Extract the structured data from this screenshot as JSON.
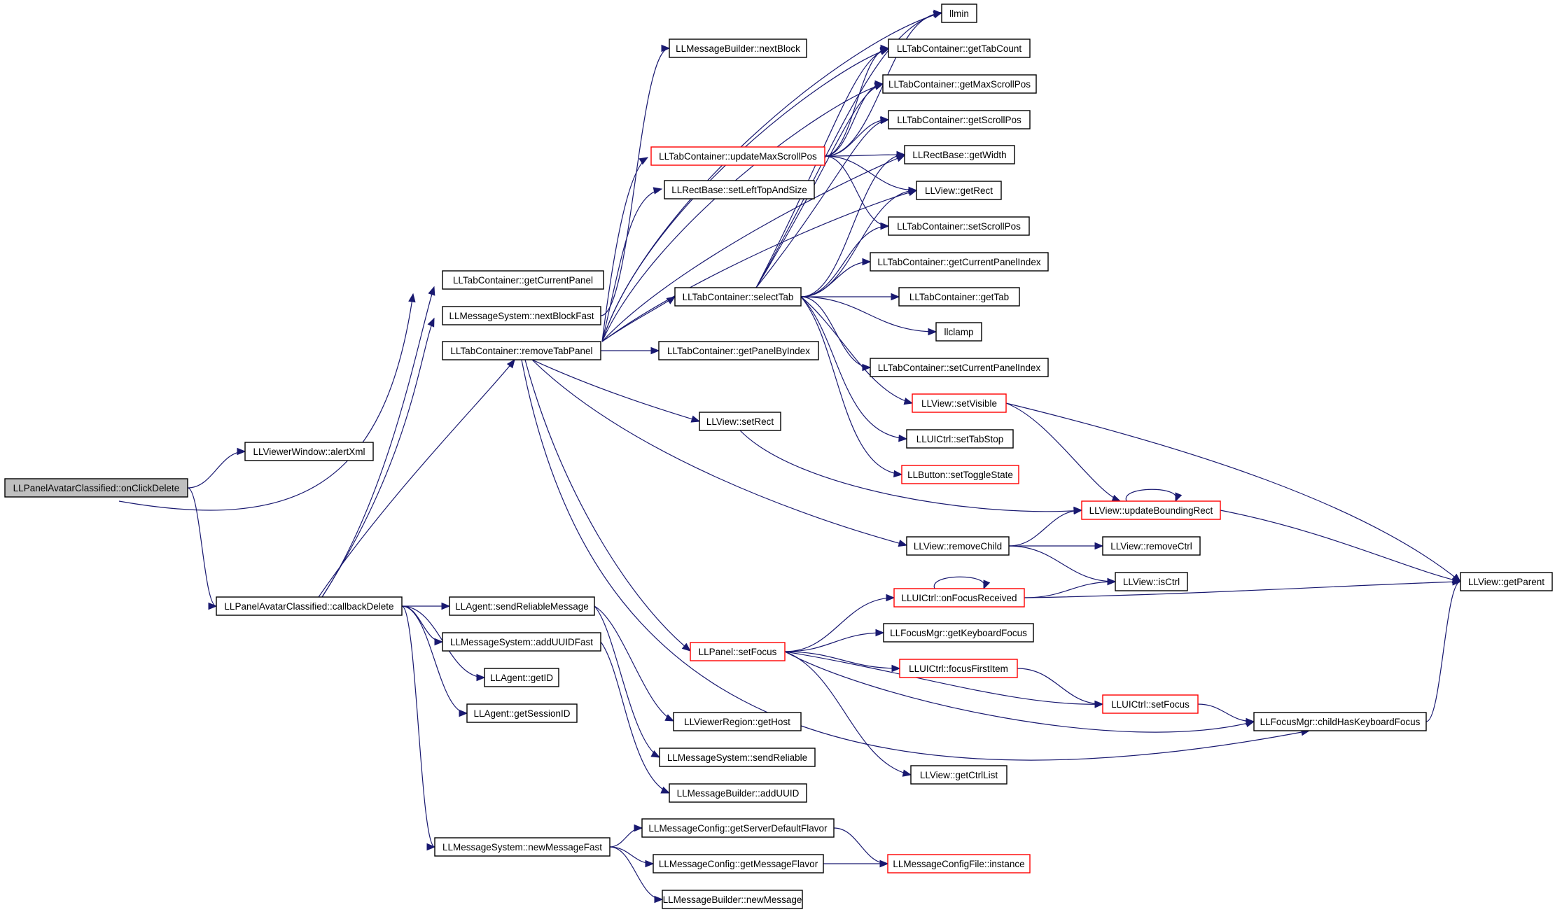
{
  "colors": {
    "edge": "#191970",
    "truncated_border": "#ff0000",
    "root_fill": "#bfbfbf",
    "node_border": "#000000"
  },
  "nodes": {
    "root": {
      "label": "LLPanelAvatarClassified::onClickDelete",
      "kind": "root"
    },
    "alertXml": {
      "label": "LLViewerWindow::alertXml"
    },
    "callbackDelete": {
      "label": "LLPanelAvatarClassified::callbackDelete"
    },
    "getCurrentPanel": {
      "label": "LLTabContainer::getCurrentPanel"
    },
    "nextBlockFast": {
      "label": "LLMessageSystem::nextBlockFast"
    },
    "removeTabPanel": {
      "label": "LLTabContainer::removeTabPanel"
    },
    "sendReliableMessage": {
      "label": "LLAgent::sendReliableMessage"
    },
    "addUUIDFast": {
      "label": "LLMessageSystem::addUUIDFast"
    },
    "getID": {
      "label": "LLAgent::getID"
    },
    "getSessionID": {
      "label": "LLAgent::getSessionID"
    },
    "newMessageFast": {
      "label": "LLMessageSystem::newMessageFast"
    },
    "nextBlock": {
      "label": "LLMessageBuilder::nextBlock"
    },
    "updateMaxScrollPos": {
      "label": "LLTabContainer::updateMaxScrollPos",
      "kind": "truncated"
    },
    "setLeftTopAndSize": {
      "label": "LLRectBase::setLeftTopAndSize"
    },
    "selectTab": {
      "label": "LLTabContainer::selectTab"
    },
    "getPanelByIndex": {
      "label": "LLTabContainer::getPanelByIndex"
    },
    "setRect": {
      "label": "LLView::setRect"
    },
    "setFocus": {
      "label": "LLPanel::setFocus",
      "kind": "truncated"
    },
    "getHost": {
      "label": "LLViewerRegion::getHost"
    },
    "sendReliable": {
      "label": "LLMessageSystem::sendReliable"
    },
    "addUUID": {
      "label": "LLMessageBuilder::addUUID"
    },
    "getServerDefaultFlavor": {
      "label": "LLMessageConfig::getServerDefaultFlavor"
    },
    "getMessageFlavor": {
      "label": "LLMessageConfig::getMessageFlavor"
    },
    "newMessage": {
      "label": "LLMessageBuilder::newMessage"
    },
    "llmin": {
      "label": "llmin"
    },
    "getTabCount": {
      "label": "LLTabContainer::getTabCount"
    },
    "getMaxScrollPos": {
      "label": "LLTabContainer::getMaxScrollPos"
    },
    "getScrollPos": {
      "label": "LLTabContainer::getScrollPos"
    },
    "getWidth": {
      "label": "LLRectBase::getWidth"
    },
    "getRect": {
      "label": "LLView::getRect"
    },
    "setScrollPos": {
      "label": "LLTabContainer::setScrollPos"
    },
    "getCurrentPanelIndex": {
      "label": "LLTabContainer::getCurrentPanelIndex"
    },
    "getTab": {
      "label": "LLTabContainer::getTab"
    },
    "llclamp": {
      "label": "llclamp"
    },
    "setCurrentPanelIndex": {
      "label": "LLTabContainer::setCurrentPanelIndex"
    },
    "setVisible": {
      "label": "LLView::setVisible",
      "kind": "truncated"
    },
    "setTabStop": {
      "label": "LLUICtrl::setTabStop"
    },
    "setToggleState": {
      "label": "LLButton::setToggleState",
      "kind": "truncated"
    },
    "updateBoundingRect": {
      "label": "LLView::updateBoundingRect",
      "kind": "truncated"
    },
    "removeChild": {
      "label": "LLView::removeChild"
    },
    "removeCtrl": {
      "label": "LLView::removeCtrl"
    },
    "isCtrl": {
      "label": "LLView::isCtrl"
    },
    "onFocusReceived": {
      "label": "LLUICtrl::onFocusReceived",
      "kind": "truncated"
    },
    "getKeyboardFocus": {
      "label": "LLFocusMgr::getKeyboardFocus"
    },
    "focusFirstItem": {
      "label": "LLUICtrl::focusFirstItem",
      "kind": "truncated"
    },
    "uiSetFocus": {
      "label": "LLUICtrl::setFocus",
      "kind": "truncated"
    },
    "childHasKeyboardFocus": {
      "label": "LLFocusMgr::childHasKeyboardFocus"
    },
    "getCtrlList": {
      "label": "LLView::getCtrlList"
    },
    "instance": {
      "label": "LLMessageConfigFile::instance",
      "kind": "truncated"
    },
    "getParent": {
      "label": "LLView::getParent"
    }
  },
  "edges": [
    [
      "root",
      "alertXml"
    ],
    [
      "root",
      "callbackDelete"
    ],
    [
      "root",
      "getCurrentPanel"
    ],
    [
      "callbackDelete",
      "getCurrentPanel"
    ],
    [
      "callbackDelete",
      "nextBlockFast"
    ],
    [
      "callbackDelete",
      "removeTabPanel"
    ],
    [
      "callbackDelete",
      "sendReliableMessage"
    ],
    [
      "callbackDelete",
      "addUUIDFast"
    ],
    [
      "callbackDelete",
      "getID"
    ],
    [
      "callbackDelete",
      "getSessionID"
    ],
    [
      "callbackDelete",
      "newMessageFast"
    ],
    [
      "nextBlockFast",
      "nextBlock"
    ],
    [
      "removeTabPanel",
      "updateMaxScrollPos"
    ],
    [
      "removeTabPanel",
      "setLeftTopAndSize"
    ],
    [
      "removeTabPanel",
      "selectTab"
    ],
    [
      "removeTabPanel",
      "getPanelByIndex"
    ],
    [
      "removeTabPanel",
      "setRect"
    ],
    [
      "removeTabPanel",
      "removeChild"
    ],
    [
      "removeTabPanel",
      "setFocus"
    ],
    [
      "removeTabPanel",
      "childHasKeyboardFocus"
    ],
    [
      "removeTabPanel",
      "llmin"
    ],
    [
      "removeTabPanel",
      "getTabCount"
    ],
    [
      "removeTabPanel",
      "getMaxScrollPos"
    ],
    [
      "removeTabPanel",
      "getWidth"
    ],
    [
      "removeTabPanel",
      "getRect"
    ],
    [
      "sendReliableMessage",
      "getHost"
    ],
    [
      "sendReliableMessage",
      "sendReliable"
    ],
    [
      "addUUIDFast",
      "addUUID"
    ],
    [
      "newMessageFast",
      "getServerDefaultFlavor"
    ],
    [
      "newMessageFast",
      "getMessageFlavor"
    ],
    [
      "newMessageFast",
      "newMessage"
    ],
    [
      "getServerDefaultFlavor",
      "instance"
    ],
    [
      "getMessageFlavor",
      "instance"
    ],
    [
      "updateMaxScrollPos",
      "llmin"
    ],
    [
      "updateMaxScrollPos",
      "getTabCount"
    ],
    [
      "updateMaxScrollPos",
      "getMaxScrollPos"
    ],
    [
      "updateMaxScrollPos",
      "getScrollPos"
    ],
    [
      "updateMaxScrollPos",
      "getWidth"
    ],
    [
      "updateMaxScrollPos",
      "getRect"
    ],
    [
      "updateMaxScrollPos",
      "setScrollPos"
    ],
    [
      "selectTab",
      "llmin"
    ],
    [
      "selectTab",
      "getTabCount"
    ],
    [
      "selectTab",
      "getMaxScrollPos"
    ],
    [
      "selectTab",
      "getScrollPos"
    ],
    [
      "selectTab",
      "getWidth"
    ],
    [
      "selectTab",
      "getRect"
    ],
    [
      "selectTab",
      "setScrollPos"
    ],
    [
      "selectTab",
      "getCurrentPanelIndex"
    ],
    [
      "selectTab",
      "getTab"
    ],
    [
      "selectTab",
      "llclamp"
    ],
    [
      "selectTab",
      "setCurrentPanelIndex"
    ],
    [
      "selectTab",
      "setVisible"
    ],
    [
      "selectTab",
      "setTabStop"
    ],
    [
      "selectTab",
      "setToggleState"
    ],
    [
      "setRect",
      "updateBoundingRect"
    ],
    [
      "setVisible",
      "updateBoundingRect"
    ],
    [
      "setVisible",
      "getParent"
    ],
    [
      "updateBoundingRect",
      "updateBoundingRect"
    ],
    [
      "updateBoundingRect",
      "getParent"
    ],
    [
      "removeChild",
      "updateBoundingRect"
    ],
    [
      "removeChild",
      "removeCtrl"
    ],
    [
      "removeChild",
      "isCtrl"
    ],
    [
      "setFocus",
      "onFocusReceived"
    ],
    [
      "setFocus",
      "getKeyboardFocus"
    ],
    [
      "setFocus",
      "focusFirstItem"
    ],
    [
      "setFocus",
      "uiSetFocus"
    ],
    [
      "setFocus",
      "childHasKeyboardFocus"
    ],
    [
      "setFocus",
      "getCtrlList"
    ],
    [
      "onFocusReceived",
      "onFocusReceived"
    ],
    [
      "onFocusReceived",
      "isCtrl"
    ],
    [
      "onFocusReceived",
      "getParent"
    ],
    [
      "focusFirstItem",
      "uiSetFocus"
    ],
    [
      "uiSetFocus",
      "childHasKeyboardFocus"
    ],
    [
      "childHasKeyboardFocus",
      "getParent"
    ]
  ]
}
